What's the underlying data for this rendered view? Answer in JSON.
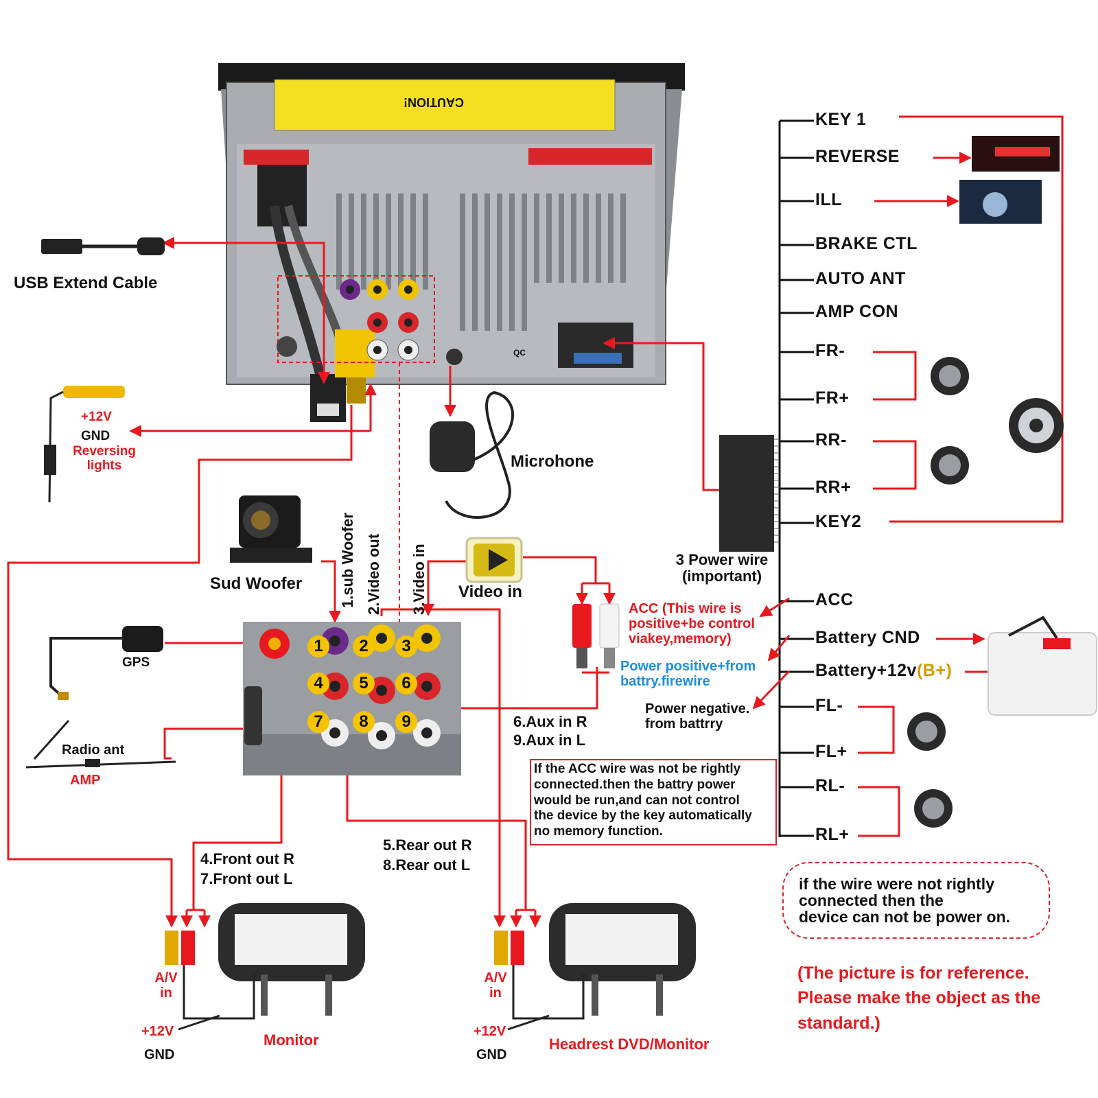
{
  "head_unit": {
    "caution_label": "CAUTION!",
    "qc_label": "QC"
  },
  "harness_wires_top": [
    "KEY 1",
    "REVERSE",
    "ILL",
    "BRAKE CTL",
    "AUTO ANT",
    "AMP CON",
    "FR-",
    "FR+",
    "RR-",
    "RR+",
    "KEY2"
  ],
  "harness_wires_bottom": [
    "ACC",
    "Battery CND",
    "FL-",
    "FL+",
    "RL-",
    "RL+"
  ],
  "battery_plus": {
    "text": "Battery+12v",
    "suffix": "(B+)"
  },
  "power_wire": {
    "line1": "3 Power wire",
    "line2": "(important)"
  },
  "acc_note": {
    "line1": "ACC (This wire is",
    "line2": "positive+be control",
    "line3": "viakey,memory)"
  },
  "power_positive": {
    "line1": "Power positive+from",
    "line2": "battry.firewire"
  },
  "power_negative": {
    "line1": "Power negative.",
    "line2": "from battrry"
  },
  "usb": {
    "label": "USB Extend Cable"
  },
  "reversing": {
    "plus12": "+12V",
    "gnd": "GND",
    "line1": "Reversing",
    "line2": "lights"
  },
  "microphone": {
    "label": "Microhone"
  },
  "camera": {
    "label": "Sud Woofer"
  },
  "video_in_label": "Video in",
  "rca_column_labels": [
    "1.sub Woofer",
    "2.Video out",
    "3.Video in"
  ],
  "rca_numbers": [
    "1",
    "2",
    "3",
    "4",
    "5",
    "6",
    "7",
    "8",
    "9"
  ],
  "gps": {
    "label": "GPS"
  },
  "radio": {
    "label": "Radio ant",
    "amp": "AMP"
  },
  "aux": {
    "line1": "6.Aux in R",
    "line2": "9.Aux in L"
  },
  "acc_warning": {
    "line1": "If the ACC wire was not be rightly",
    "line2": "connected.then the battry power",
    "line3": "would be run,and can not control",
    "line4": "the device by the key automatically",
    "line5": "no memory function."
  },
  "front_out": {
    "line1": "4.Front out R",
    "line2": "7.Front out L"
  },
  "rear_out": {
    "line1": "5.Rear out R",
    "line2": "8.Rear out L"
  },
  "power_note": {
    "line1": "if the wire were not rightly",
    "line2": "connected then the",
    "line3": "device can not be power on."
  },
  "reference_note": {
    "line1": "(The picture is for reference.",
    "line2": "Please make the object as the",
    "line3": "standard.)"
  },
  "monitor_left": {
    "av1": "A/V",
    "av2": "in",
    "plus12": "+12V",
    "gnd": "GND",
    "label": "Monitor"
  },
  "monitor_right": {
    "av1": "A/V",
    "av2": "in",
    "plus12": "+12V",
    "gnd": "GND",
    "label": "Headrest DVD/Monitor"
  },
  "colors": {
    "wire": "#e8191e",
    "accent_blue": "#1a8fe0",
    "label_gold": "#d49a00",
    "rca_yellow": "#f5c400"
  }
}
